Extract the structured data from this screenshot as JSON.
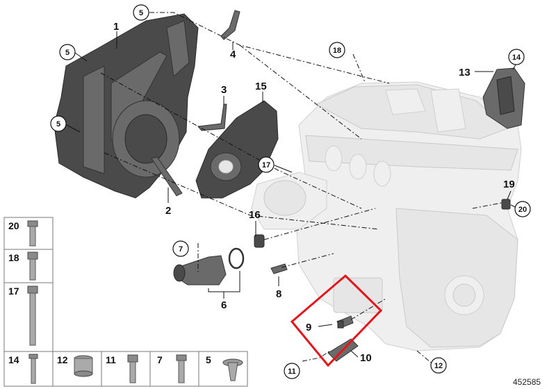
{
  "callouts": {
    "c1": "1",
    "c2": "2",
    "c3": "3",
    "c4": "4",
    "c5a": "5",
    "c5b": "5",
    "c5c": "5",
    "c6": "6",
    "c7": "7",
    "c8": "8",
    "c9": "9",
    "c10": "10",
    "c11": "11",
    "c12": "12",
    "c13": "13",
    "c14": "14",
    "c15": "15",
    "c16": "16",
    "c17": "17",
    "c18": "18",
    "c19": "19",
    "c20": "20"
  },
  "legend": {
    "r20": "20",
    "r18": "18",
    "r17": "17",
    "b14": "14",
    "b12": "12",
    "b11": "11",
    "b7": "7",
    "b5": "5"
  },
  "highlight_color": "#e3161b",
  "reference": "452585"
}
